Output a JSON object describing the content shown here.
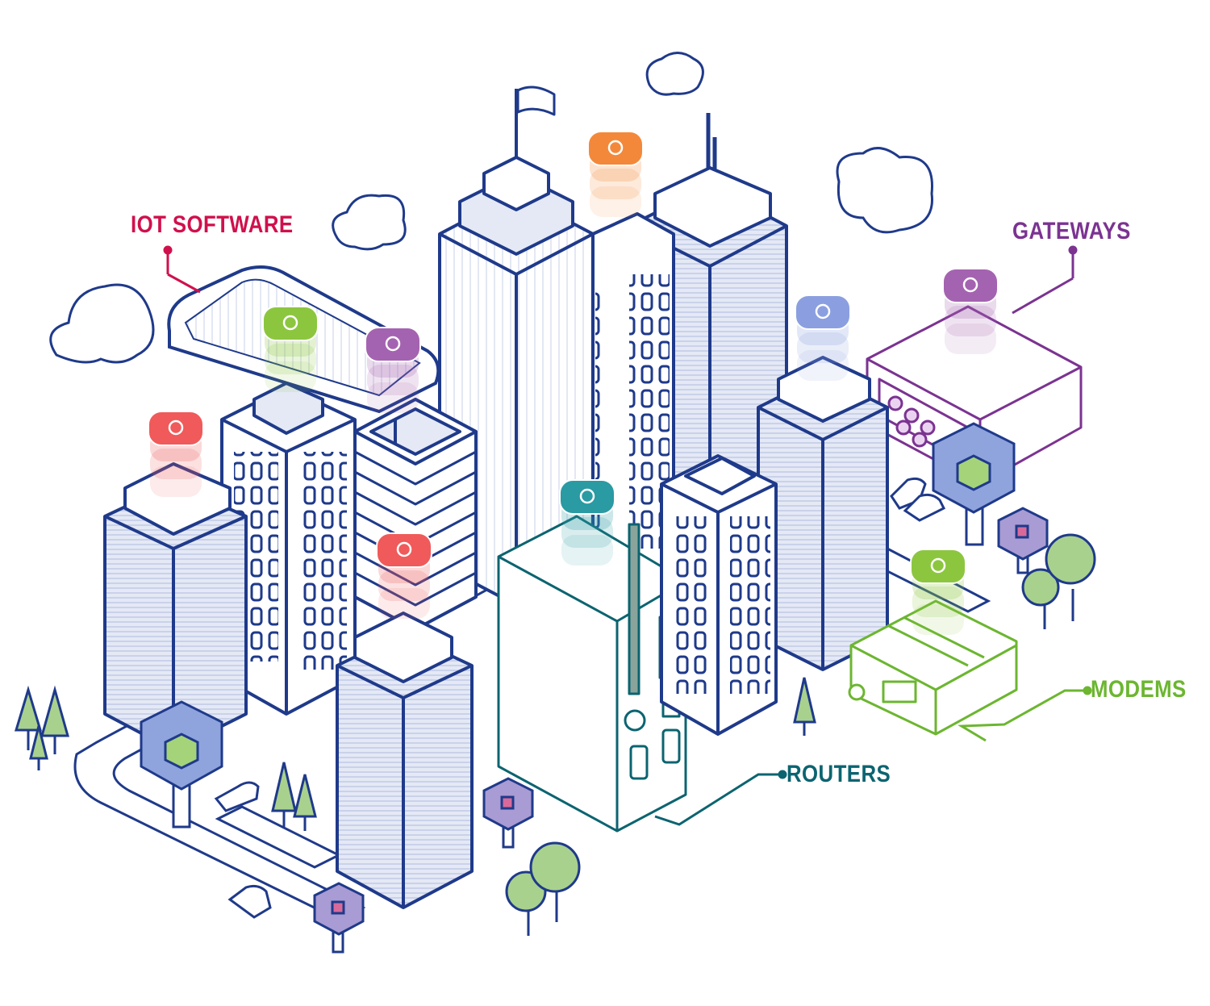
{
  "labels": {
    "iot_software": {
      "text": "IOT SOFTWARE",
      "color": "#d0104c"
    },
    "gateways": {
      "text": "GATEWAYS",
      "color": "#7b3391"
    },
    "modems": {
      "text": "MODEMS",
      "color": "#6cb630"
    },
    "routers": {
      "text": "ROUTERS",
      "color": "#0c6470"
    }
  },
  "colors": {
    "outline": "#1f3a8a",
    "building_fill": "#ffffff",
    "building_shade": "#e4e9f5",
    "road": "#ffffff",
    "tree_fill": "#a9d18e",
    "tree_stroke": "#1f3a8a",
    "cloud_fill": "#ffffff",
    "hub_fill": "#8fa3dd",
    "hub_core": "#a5d37a",
    "node_fill": "#a99bd3",
    "node_core": "#d86a9b"
  },
  "icons": [
    {
      "name": "bluetooth-icon",
      "color": "#8cc63f"
    },
    {
      "name": "wifi-icon",
      "color": "#a463b0"
    },
    {
      "name": "serial-port-icon",
      "color": "#f4883a"
    },
    {
      "name": "keypad-icon",
      "color": "#8b9fe0"
    },
    {
      "name": "wifi-gateway-icon",
      "color": "#a463b0"
    },
    {
      "name": "sim-card-icon",
      "color": "#f05a5a"
    },
    {
      "name": "play-icon",
      "color": "#f05a5a"
    },
    {
      "name": "network-icon",
      "color": "#2a9aa3"
    },
    {
      "name": "usb-icon",
      "color": "#8cc63f"
    }
  ]
}
